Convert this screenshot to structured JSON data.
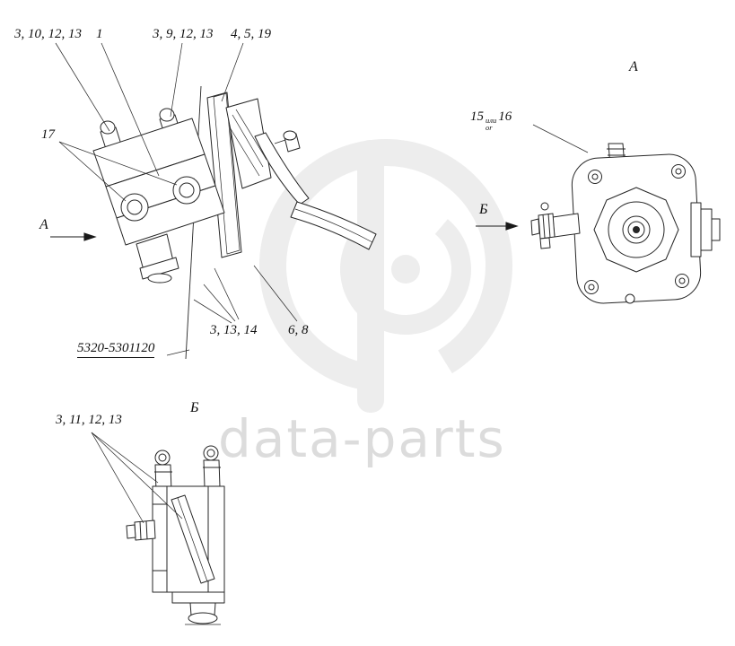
{
  "watermark": {
    "text": "data-parts"
  },
  "main_view": {
    "callouts": [
      "3, 10, 12, 13",
      "1",
      "3, 9, 12, 13",
      "4, 5, 19",
      "17",
      "3, 13, 14",
      "6, 8"
    ],
    "part_number": "5320-5301120",
    "direction_label": "А"
  },
  "view_a": {
    "title": "А",
    "callout": {
      "first": "15",
      "or_ru": "или",
      "or_en": "or",
      "second": "16"
    },
    "direction_label": "Б"
  },
  "view_b": {
    "title": "Б",
    "callout": "3, 11, 12, 13"
  }
}
